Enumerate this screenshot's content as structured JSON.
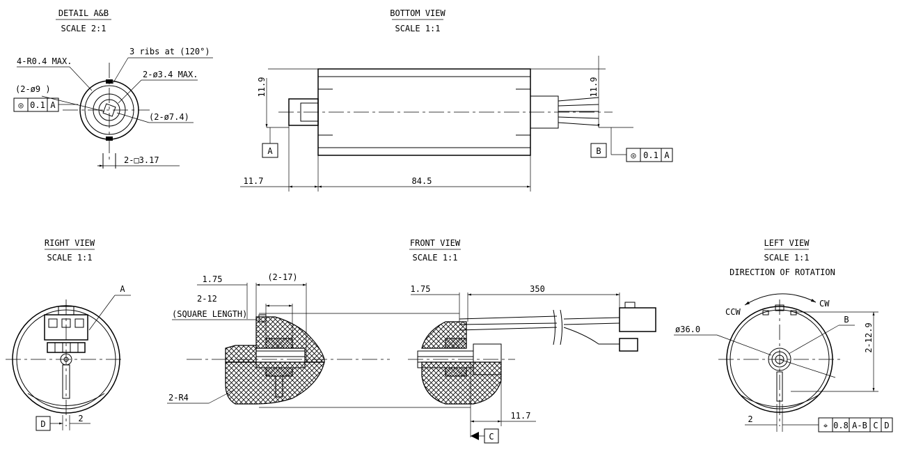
{
  "views": {
    "detail": {
      "title": "DETAIL A&B",
      "scale": "SCALE 2:1"
    },
    "bottom": {
      "title": "BOTTOM VIEW",
      "scale": "SCALE 1:1"
    },
    "right": {
      "title": "RIGHT VIEW",
      "scale": "SCALE 1:1"
    },
    "front": {
      "title": "FRONT VIEW",
      "scale": "SCALE 1:1"
    },
    "left": {
      "title": "LEFT VIEW",
      "scale": "SCALE 1:1",
      "subtitle": "DIRECTION OF ROTATION"
    }
  },
  "detail_labels": {
    "ribs": "3 ribs at (120°)",
    "corner_radius": "4-R0.4 MAX.",
    "hole_max": "2-ø3.4 MAX.",
    "outer_dia": "(2-ø9 )",
    "inner_dia": "(2-ø7.4)",
    "square": "2-□3.17"
  },
  "frames": {
    "detail_fcf": {
      "symbol": "◎",
      "tolerance": "0.1",
      "datum": "A"
    },
    "bottom_fcf": {
      "symbol": "◎",
      "tolerance": "0.1",
      "datum": "A"
    },
    "left_fcf": {
      "symbol": "⌖",
      "tolerance": "0.8",
      "datum1": "A-B",
      "datum2": "C",
      "datum3": "D"
    }
  },
  "datums": {
    "a": "A",
    "b": "B",
    "c": "C",
    "d": "D"
  },
  "bottom_dims": {
    "left_height": "11.9",
    "right_height": "11.9",
    "shaft": "11.7",
    "body": "84.5"
  },
  "front_dims": {
    "offset_left": "1.75",
    "pitch": "(2-17)",
    "square_len": "2-12",
    "square_note": "(SQUARE LENGTH)",
    "offset_right": "1.75",
    "cable": "350",
    "radius": "2-R4",
    "shaft": "11.7"
  },
  "right_labels": {
    "detail_ref": "A",
    "offset": "2"
  },
  "left_labels": {
    "ccw": "CCW",
    "cw": "CW",
    "detail_ref": "B",
    "dia": "ø36.0",
    "height": "2-12.9",
    "offset": "2"
  }
}
